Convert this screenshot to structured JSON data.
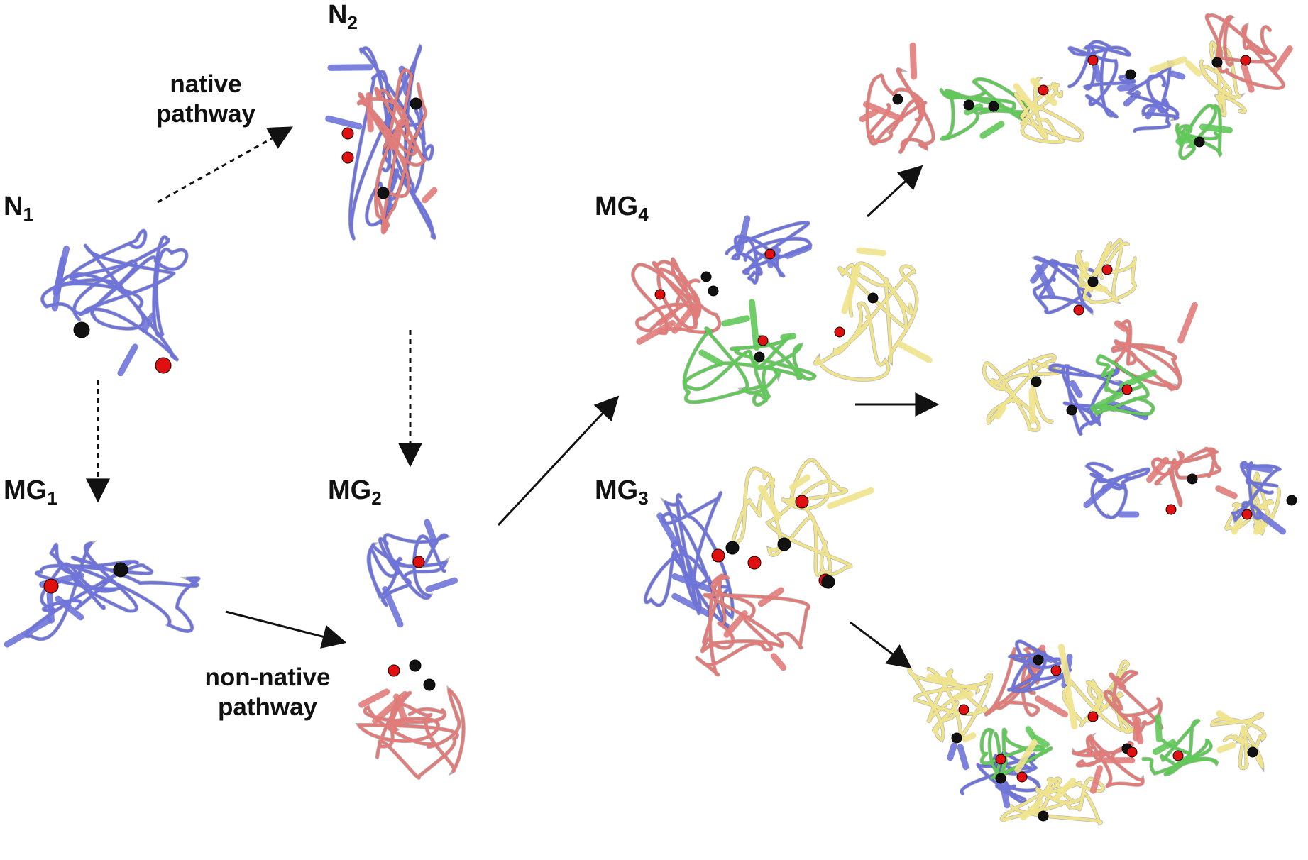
{
  "labels": {
    "n1": {
      "main": "N",
      "sub": "1"
    },
    "n2": {
      "main": "N",
      "sub": "2"
    },
    "mg1": {
      "main": "MG",
      "sub": "1"
    },
    "mg2": {
      "main": "MG",
      "sub": "2"
    },
    "mg3": {
      "main": "MG",
      "sub": "3"
    },
    "mg4": {
      "main": "MG",
      "sub": "4"
    }
  },
  "pathways": {
    "native": {
      "line1": "native",
      "line2": "pathway"
    },
    "nonnative": {
      "line1": "non-native",
      "line2": "pathway"
    }
  },
  "colors": {
    "chain_blue": "#6f74d8",
    "chain_red": "#e07c7a",
    "chain_green": "#62c85a",
    "chain_yellow": "#efe38c",
    "atom_red": "#e01010",
    "atom_black": "#111111",
    "arrow": "#111111"
  }
}
